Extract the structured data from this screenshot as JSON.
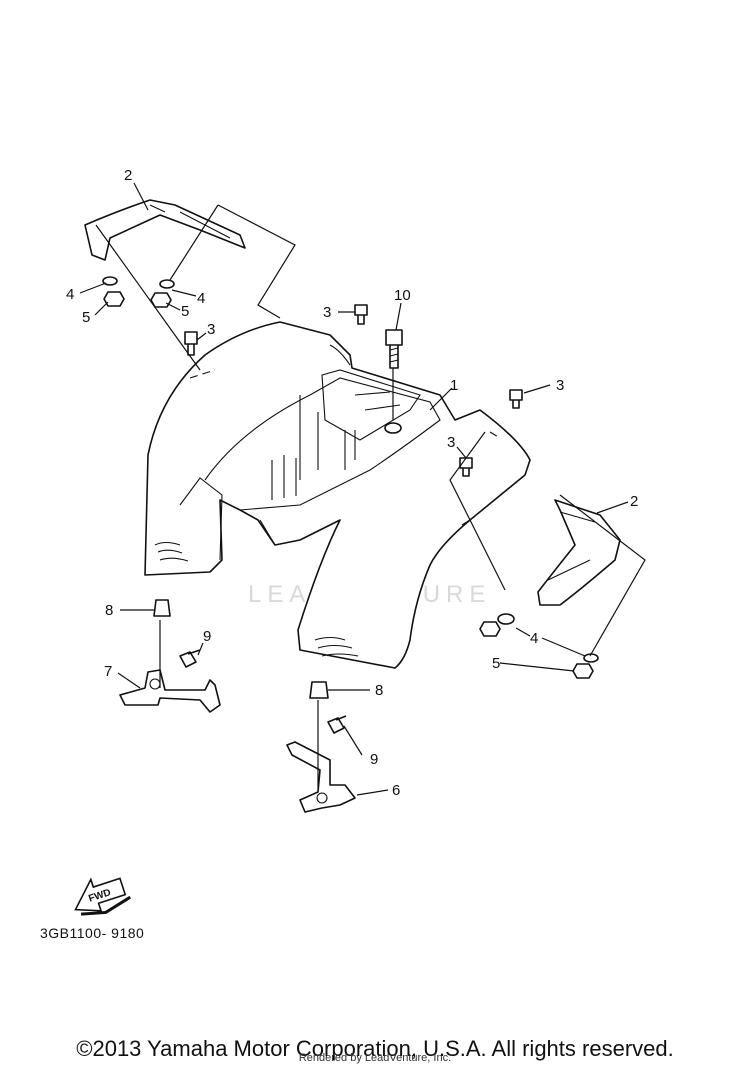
{
  "diagram": {
    "code": "3GB1100- 9180",
    "fwd_label": "FWD",
    "watermark": "LEADVENTURE",
    "callouts": {
      "c2_top": "2",
      "c4_left": "4",
      "c5_left": "5",
      "c5_mid": "5",
      "c4_mid": "4",
      "c3_left": "3",
      "c3_top": "3",
      "c10": "10",
      "c1": "1",
      "c3_right": "3",
      "c3_right_inner": "3",
      "c2_right": "2",
      "c4_right": "4",
      "c5_right": "5",
      "c8_left": "8",
      "c9_left": "9",
      "c7": "7",
      "c8_right": "8",
      "c9_right": "9",
      "c6": "6"
    }
  },
  "footer": {
    "copyright": "©2013 Yamaha Motor Corporation, U.S.A. All rights reserved.",
    "rendered_by": "Rendered by LeadVenture, Inc."
  }
}
